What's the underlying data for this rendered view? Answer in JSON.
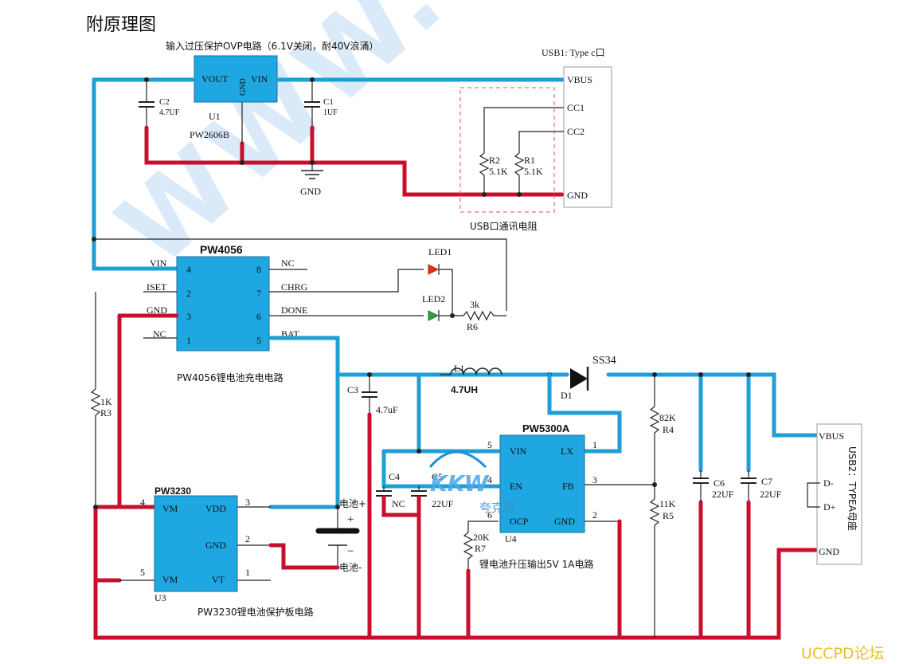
{
  "title": "附原理图",
  "watermark_url": "WWW.",
  "forum_mark": "UCCPD论坛",
  "logo": {
    "letters": "KKW",
    "text": "夸克微"
  },
  "sections": {
    "ovp": "输入过压保护OVP电路（6.1V关闭，耐40V浪涌）",
    "usb_comm": "USB口通讯电阻",
    "charger": "PW4056锂电池充电电路",
    "protect": "PW3230锂电池保护板电路",
    "boost": "锂电池升压输出5V 1A电路"
  },
  "usb1": {
    "label": "USB1: Type c口",
    "pins": [
      "VBUS",
      "CC1",
      "CC2",
      "GND"
    ]
  },
  "usb2": {
    "label": "USB2：TYPEA母座",
    "pins": [
      "VBUS",
      "D-",
      "D+",
      "GND"
    ]
  },
  "u1": {
    "ref": "U1",
    "part": "PW2606B",
    "pin_vout": "VOUT",
    "pin_vin": "VIN",
    "pin_gnd": "GND"
  },
  "pw4056": {
    "name": "PW4056",
    "left_pins": [
      {
        "name": "VIN",
        "num": "4"
      },
      {
        "name": "ISET",
        "num": "2"
      },
      {
        "name": "GND",
        "num": "3"
      },
      {
        "name": "NC",
        "num": "1"
      }
    ],
    "right_pins": [
      {
        "name": "NC",
        "num": "8"
      },
      {
        "name": "CHRG",
        "num": "7"
      },
      {
        "name": "DONE",
        "num": "6"
      },
      {
        "name": "BAT",
        "num": "5"
      }
    ]
  },
  "pw3230": {
    "name": "PW3230",
    "ref": "U3",
    "left_pins": [
      {
        "name": "VM",
        "num": "4"
      },
      {
        "name": "VM",
        "num": "5"
      }
    ],
    "right_pins": [
      {
        "name": "VDD",
        "num": "3"
      },
      {
        "name": "GND",
        "num": "2"
      },
      {
        "name": "VT",
        "num": "1"
      }
    ]
  },
  "pw5300a": {
    "name": "PW5300A",
    "ref": "U4",
    "left_pins": [
      {
        "name": "VIN",
        "num": "5"
      },
      {
        "name": "EN",
        "num": "4"
      },
      {
        "name": "OCP",
        "num": "6"
      }
    ],
    "right_pins": [
      {
        "name": "LX",
        "num": "1"
      },
      {
        "name": "FB",
        "num": "3"
      },
      {
        "name": "GND",
        "num": "2"
      }
    ]
  },
  "components": {
    "c1": {
      "ref": "C1",
      "value": "1UF"
    },
    "c2": {
      "ref": "C2",
      "value": "4.7UF"
    },
    "c3": {
      "ref": "C3",
      "value": "4.7uF"
    },
    "c4": {
      "ref": "C4",
      "value": "NC"
    },
    "c5": {
      "ref": "C5",
      "value": "22UF"
    },
    "c6": {
      "ref": "C6",
      "value": "22UF"
    },
    "c7": {
      "ref": "C7",
      "value": "22UF"
    },
    "r1": {
      "ref": "R1",
      "value": "5.1K"
    },
    "r2": {
      "ref": "R2",
      "value": "5.1K"
    },
    "r3": {
      "ref": "R3",
      "value": "1K"
    },
    "r4": {
      "ref": "R4",
      "value": "82K"
    },
    "r5": {
      "ref": "R5",
      "value": "11K"
    },
    "r6": {
      "ref": "R6",
      "value": "3k"
    },
    "r7": {
      "ref": "R7",
      "value": "20K"
    },
    "l1": {
      "ref": "L1",
      "value": "4.7UH"
    },
    "d1": {
      "ref": "D1",
      "value": "SS34"
    },
    "led1": {
      "ref": "LED1"
    },
    "led2": {
      "ref": "LED2"
    },
    "gnd": "GND",
    "battery": {
      "pos": "电池+",
      "neg": "电池-",
      "plus": "+",
      "minus": "−"
    }
  }
}
